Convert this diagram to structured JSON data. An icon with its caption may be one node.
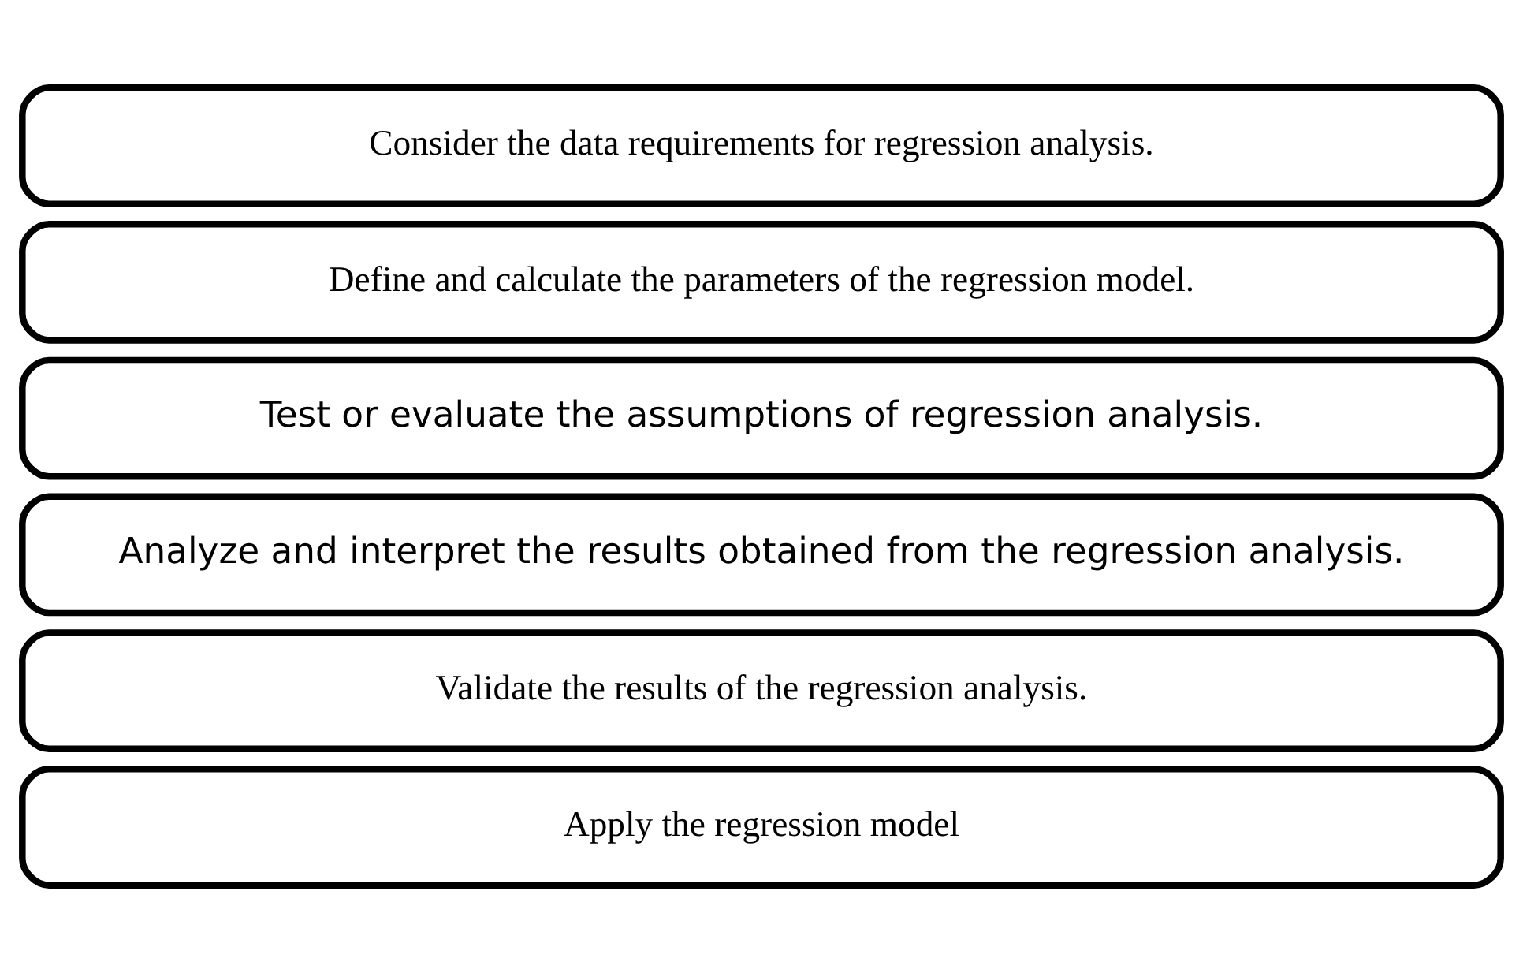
{
  "diagram": {
    "nodes": [
      {
        "text": [
          "Consider the data requirements for regression analysis."
        ]
      },
      {
        "text": [
          "Define and calculate the parameters of the regression model."
        ]
      },
      {
        "text": [
          "Test or evaluate the assumptions of regression analysis."
        ]
      },
      {
        "text": [
          "Analyze and interpret the results obtained from the regression analysis."
        ]
      },
      {
        "text": [
          "Validate the results of the regression analysis."
        ]
      },
      {
        "text": [
          "Apply the regression model"
        ]
      }
    ]
  }
}
